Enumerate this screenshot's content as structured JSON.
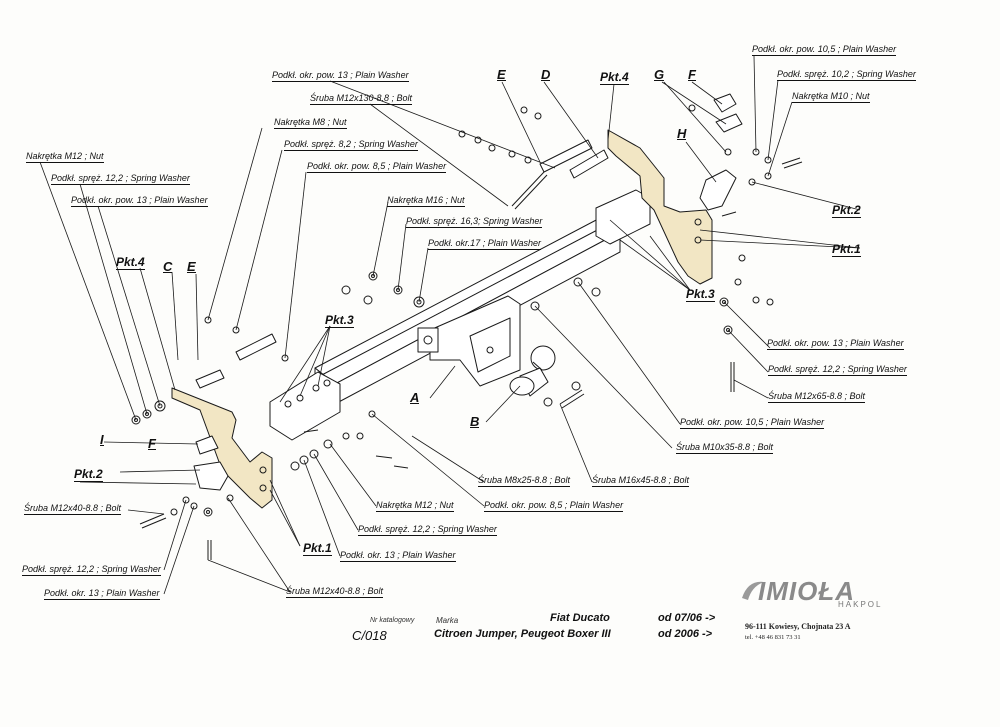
{
  "labels": {
    "podkl13_top": "Podkł. okr. pow. 13 ; Plain Washer",
    "sruba130": "Śruba M12x130-8.8 ;  Bolt",
    "nakretka_m8": "Nakrętka  M8 ; Nut",
    "sprez82": "Podkł. spręż. 8,2 ; Spring Washer",
    "podkl85_top": "Podkł. okr. pow. 8,5 ; Plain Washer",
    "nakretka_m12_left": "Nakrętka  M12 ; Nut",
    "sprez122_left": "Podkł. spręż. 12,2 ; Spring Washer",
    "podkl13_left": "Podkł. okr. pow. 13 ; Plain Washer",
    "nakretka_m16": "Nakrętka  M16 ; Nut",
    "sprez163": "Podkł. spręż. 16,3; Spring Washer",
    "podkl17": "Podkł. okr.17 ; Plain Washer",
    "podkl105_top": "Podkł. okr. pow. 10,5 ; Plain Washer",
    "sprez102": "Podkł. spręż. 10,2 ; Spring Washer",
    "nakretka_m10": "Nakrętka  M10 ; Nut",
    "podkl13_right": "Podkł. okr. pow. 13 ; Plain Washer",
    "sprez122_right": "Podkł. spręż. 12,2 ; Spring Washer",
    "sruba65": "Śruba M12x65-8.8 ;  Bolt",
    "podkl105_mid": "Podkł. okr. pow. 10,5 ; Plain Washer",
    "sruba35": "Śruba M10x35-8.8 ;  Bolt",
    "sruba45": "Śruba M16x45-8.8 ;  Bolt",
    "sruba25": "Śruba M8x25-8.8 ;  Bolt",
    "podkl85_bottom": "Podkł. okr. pow. 8,5 ; Plain Washer",
    "nakretka_m12_bottom": "Nakrętka  M12 ; Nut",
    "sprez122_bottom": "Podkł. spręż. 12,2 ; Spring Washer",
    "podkl13_bottom": "Podkł. okr. 13 ; Plain Washer",
    "sruba40_bottom": "Śruba M12x40-8.8 ;  Bolt",
    "sruba40_left": "Śruba M12x40-8.8 ;  Bolt",
    "sprez122_bl": "Podkł. spręż. 12,2 ; Spring Washer",
    "podkl13_bl": "Podkł. okr. 13 ; Plain Washer"
  },
  "callouts": {
    "pkt4_left": "Pkt.4",
    "pkt4_right": "Pkt.4",
    "pkt3_left": "Pkt.3",
    "pkt3_right": "Pkt.3",
    "pkt2_left": "Pkt.2",
    "pkt2_right": "Pkt.2",
    "pkt1_left": "Pkt.1",
    "pkt1_right": "Pkt.1",
    "A": "A",
    "B": "B",
    "C": "C",
    "D": "D",
    "E_left": "E",
    "E_top": "E",
    "F_left": "F",
    "F_top": "F",
    "G": "G",
    "H": "H",
    "I": "I"
  },
  "title_block": {
    "catalog_label": "Nr katalogowy",
    "catalog_value": "C/018",
    "brand_label": "Marka",
    "model_line1": "Fiat Ducato",
    "model_line2": "Citroen Jumper, Peugeot Boxer III",
    "date_line1": "od 07/06 ->",
    "date_line2": "od 2006 ->"
  },
  "company": {
    "logo": "IMIOŁA",
    "sub": "HAKPOL",
    "address": "96-111 Kowiesy, Chojnata 23 A",
    "phone": "tel. +48 46 831 73 31"
  },
  "colors": {
    "bracket_fill": "#f2e6c4",
    "line": "#1a1a1a",
    "paper": "#fdfdfb"
  }
}
